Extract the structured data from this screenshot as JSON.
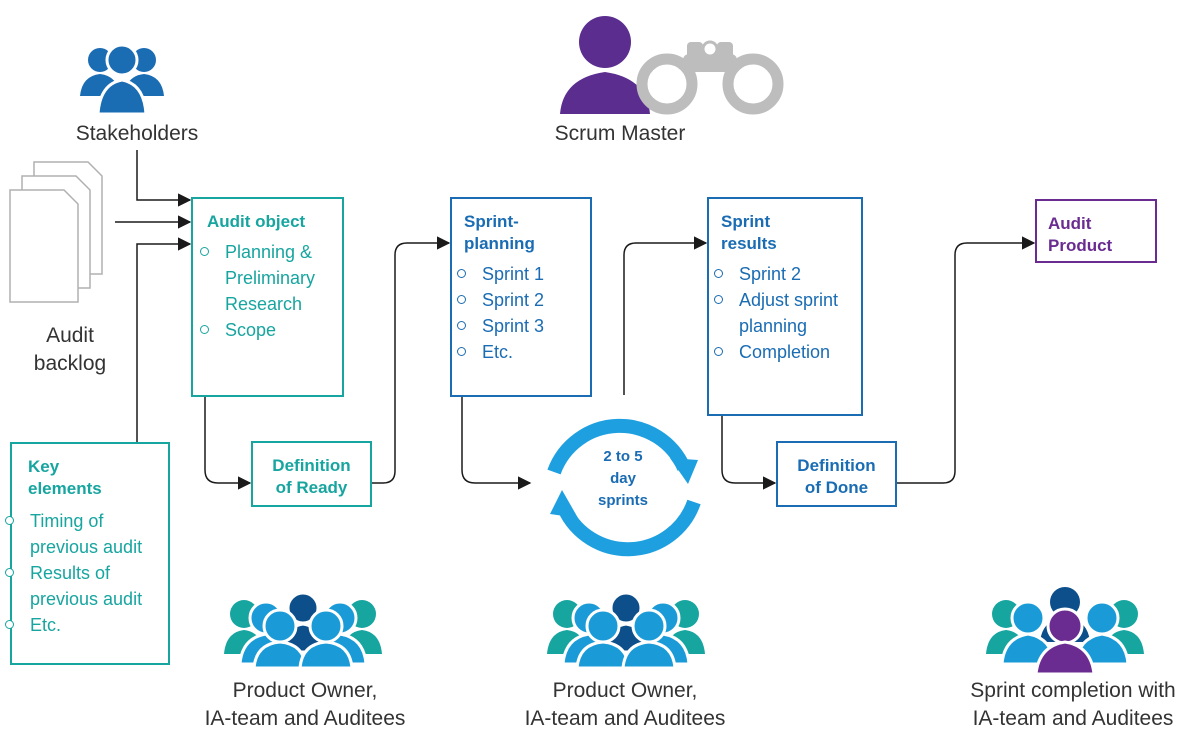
{
  "stakeholders": {
    "label": "Stakeholders"
  },
  "scrum_master": {
    "label": "Scrum Master"
  },
  "audit_backlog": {
    "label_line1": "Audit",
    "label_line2": "backlog"
  },
  "audit_object": {
    "title": "Audit object",
    "items": [
      "Planning & Preliminary Research",
      "Scope"
    ]
  },
  "sprint_planning": {
    "title_line1": "Sprint-",
    "title_line2": "planning",
    "items": [
      "Sprint 1",
      "Sprint 2",
      "Sprint 3",
      "Etc."
    ]
  },
  "sprint_results": {
    "title_line1": "Sprint",
    "title_line2": "results",
    "items": [
      "Sprint 2",
      "Adjust sprint planning",
      "Completion"
    ]
  },
  "audit_product": {
    "title_line1": "Audit",
    "title_line2": "Product"
  },
  "key_elements": {
    "title_line1": "Key",
    "title_line2": "elements",
    "items": [
      "Timing of previous audit",
      "Results of previous audit",
      "Etc."
    ]
  },
  "definition_ready": {
    "line1": "Definition",
    "line2": "of Ready"
  },
  "definition_done": {
    "line1": "Definition",
    "line2": "of Done"
  },
  "sprint_cycle": {
    "line1": "2 to 5",
    "line2": "day",
    "line3": "sprints"
  },
  "group1": {
    "line1": "Product Owner,",
    "line2": "IA-team and Auditees"
  },
  "group2": {
    "line1": "Product Owner,",
    "line2": "IA-team and Auditees"
  },
  "group3": {
    "line1": "Sprint completion with",
    "line2": "IA-team and Auditees"
  },
  "colors": {
    "teal": "#17a5a0",
    "blue": "#1a6cb3",
    "dark_blue": "#0d4f8b",
    "purple": "#6a2c91",
    "grey": "#c0c0c0",
    "cycle": "#1ea0e0"
  },
  "icons": [
    "people-group-icon",
    "binoculars-icon",
    "person-icon",
    "document-stack-icon",
    "cycle-arrows-icon"
  ]
}
